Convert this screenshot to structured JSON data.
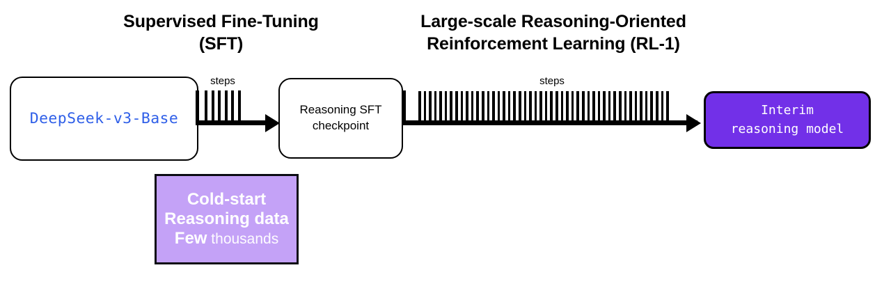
{
  "figure": {
    "type": "pipeline-diagram",
    "background_color": "#ffffff"
  },
  "headings": {
    "sft": "Supervised Fine-Tuning (SFT)",
    "rl1": "Large-scale Reasoning-Oriented Reinforcement Learning (RL-1)"
  },
  "nodes": {
    "base_model": {
      "label": "DeepSeek-v3-Base",
      "text_color": "#2f5fe8",
      "fill": "#ffffff",
      "border_color": "#000000",
      "shape": "rounded-rect"
    },
    "sft_checkpoint": {
      "label": "Reasoning SFT checkpoint",
      "text_color": "#000000",
      "fill": "#ffffff",
      "border_color": "#000000",
      "shape": "rounded-rect"
    },
    "interim_model": {
      "label": "Interim\nreasoning model",
      "text_color": "#ffffff",
      "fill": "#7230e8",
      "border_color": "#000000",
      "shape": "rounded-rect"
    },
    "cold_start_data": {
      "line1": "Cold-start",
      "line2": "Reasoning data",
      "line3_strong": "Few",
      "line3_weak": " thousands",
      "text_color": "#ffffff",
      "fill": "#c4a2f7",
      "border_color": "#0c0c14",
      "shape": "rect"
    }
  },
  "edges": {
    "sft_arrow": {
      "steps_label": "steps",
      "tick_count": 6,
      "color": "#000000"
    },
    "rl_arrow": {
      "steps_label": "steps",
      "tick_count": 48,
      "color": "#000000"
    }
  }
}
